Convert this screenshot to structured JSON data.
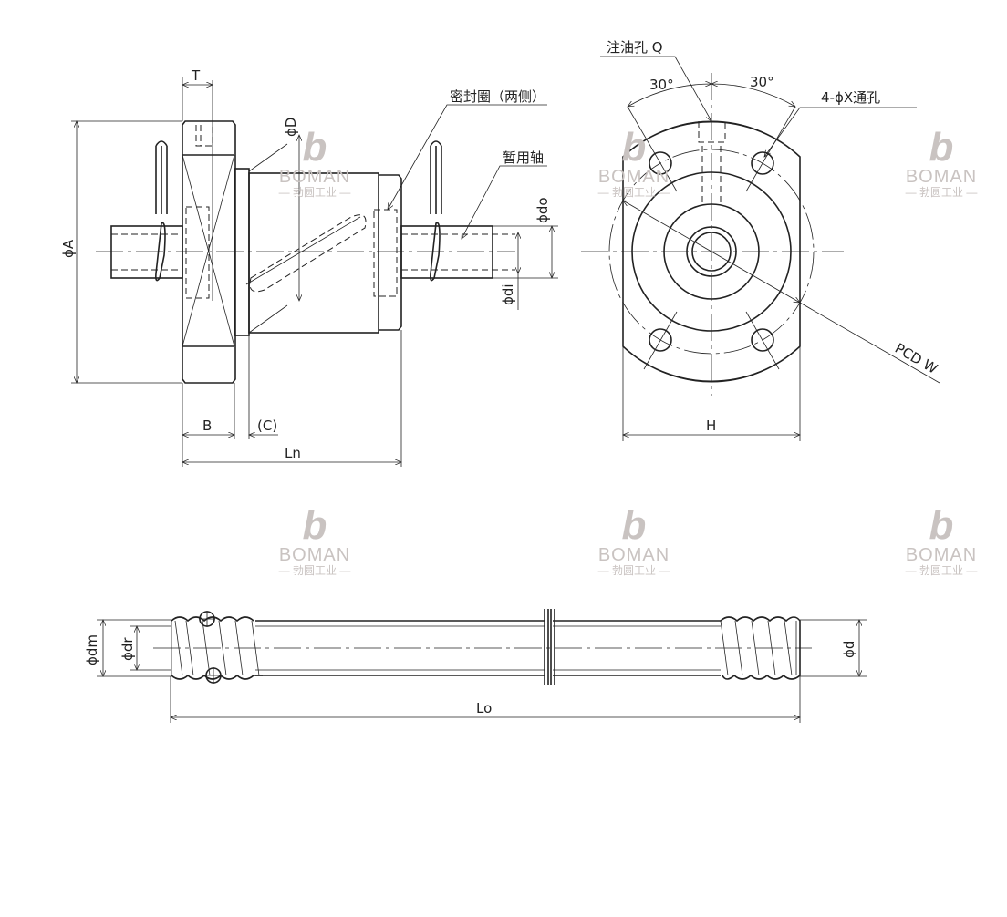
{
  "labels": {
    "T": "T",
    "phiA": "ϕA",
    "phiD": "ϕD",
    "B": "B",
    "C": "(C)",
    "Ln": "Ln",
    "phi_do": "ϕdo",
    "phi_di": "ϕdi",
    "seal": "密封圈（两侧）",
    "temp_shaft": "暂用轴",
    "oil_hole": "注油孔 Q",
    "angle_left": "30°",
    "angle_right": "30°",
    "holes": "4-ϕX通孔",
    "pcd": "PCD W",
    "H": "H",
    "phi_dm": "ϕdm",
    "phi_dr": "ϕdr",
    "phi_d": "ϕd",
    "Lo": "Lo"
  },
  "watermark": {
    "logo": "b",
    "brand": "BOMAN",
    "sub": "— 勃圆工业 —"
  }
}
